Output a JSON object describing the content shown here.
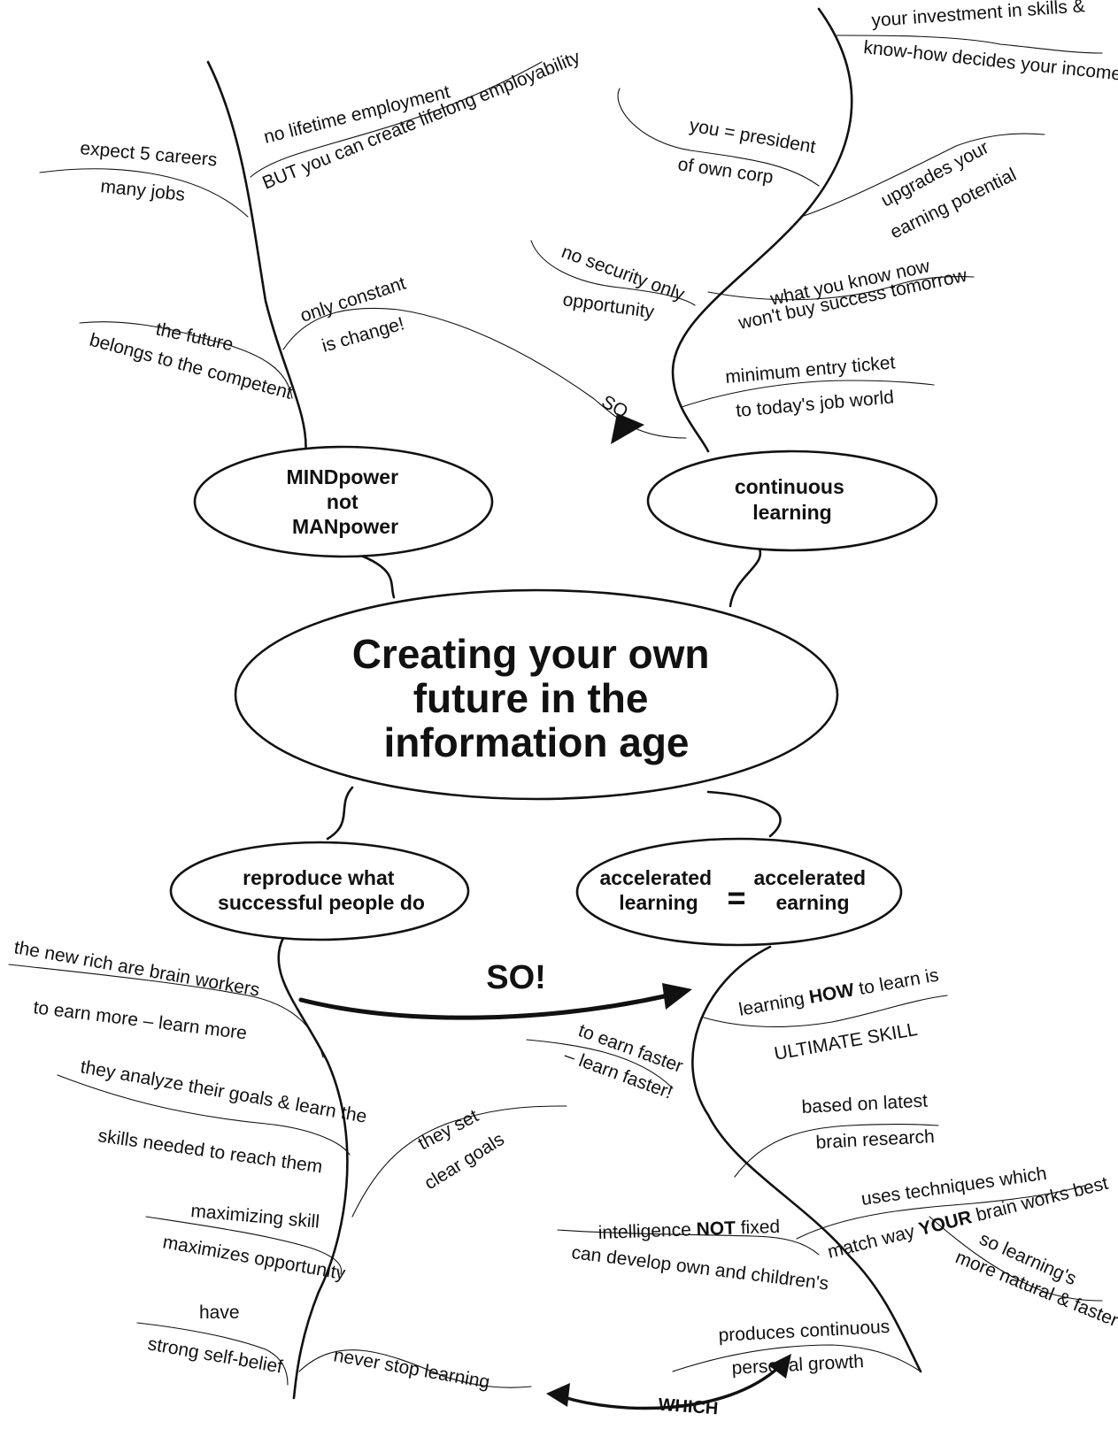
{
  "center": {
    "title_lines": [
      "Creating your own",
      "future in the",
      "information age"
    ]
  },
  "nodes": {
    "mindpower": {
      "lines": [
        "MINDpower",
        "not",
        "MANpower"
      ]
    },
    "continuous": {
      "lines": [
        "continuous",
        "learning"
      ]
    },
    "reproduce": {
      "lines": [
        "reproduce what",
        "successful people do"
      ]
    },
    "accelerated": {
      "left_lines": [
        "accelerated",
        "learning"
      ],
      "equals": "=",
      "right_lines": [
        "accelerated",
        "earning"
      ]
    }
  },
  "leaves": {
    "no_lifetime": {
      "line1": "no lifetime employment",
      "line2": "BUT you can create lifelong employability"
    },
    "expect_careers": {
      "line1": "expect 5 careers",
      "line2": "many jobs"
    },
    "only_constant": {
      "line1": "only constant",
      "line2": "is change!"
    },
    "future_competent": {
      "line1": "the future",
      "line2": "belongs to the competent"
    },
    "investment": {
      "line1": "your investment in skills &",
      "line2": "know-how decides your income"
    },
    "president": {
      "line1": "you = president",
      "line2": "of own corp"
    },
    "upgrades": {
      "line1": "upgrades your",
      "line2": "earning potential"
    },
    "no_security": {
      "line1": "no security only",
      "line2": "opportunity"
    },
    "know_now": {
      "line1": "what you know now",
      "line2": "won't buy success tomorrow"
    },
    "entry_ticket": {
      "line1": "minimum entry ticket",
      "line2": "to today's job world"
    },
    "new_rich": {
      "line1": "the new rich are brain workers",
      "line2": "to earn more – learn more"
    },
    "analyze_goals": {
      "line1": "they analyze their goals & learn the",
      "line2": "skills needed to reach them"
    },
    "clear_goals": {
      "line1": "they set",
      "line2": "clear goals"
    },
    "maximizing": {
      "line1": "maximizing skill",
      "line2": "maximizes opportunity"
    },
    "self_belief": {
      "line1": "have",
      "line2": "strong self-belief"
    },
    "never_stop": {
      "line1": "never stop learning"
    },
    "earn_faster": {
      "line1": "to earn faster",
      "line2": "– learn faster!"
    },
    "learning_how": {
      "pre": "learning ",
      "bold": "HOW",
      "post": " to learn is",
      "line2": "ULTIMATE SKILL"
    },
    "brain_research": {
      "line1": "based on latest",
      "line2": "brain research"
    },
    "techniques": {
      "line1": "uses techniques which",
      "line2_pre": "match way ",
      "line2_bold": "YOUR",
      "line2_post": " brain works best"
    },
    "natural": {
      "line1": "so learning's",
      "line2": "more natural & faster"
    },
    "intelligence": {
      "line1_pre": "intelligence ",
      "line1_bold": "NOT",
      "line1_post": " fixed",
      "line2": "can develop own and children's"
    },
    "growth": {
      "line1": "produces continuous",
      "line2": "personal growth"
    }
  },
  "connectors": {
    "so_small": "SO",
    "so_big": "SO!",
    "which": "WHICH"
  }
}
